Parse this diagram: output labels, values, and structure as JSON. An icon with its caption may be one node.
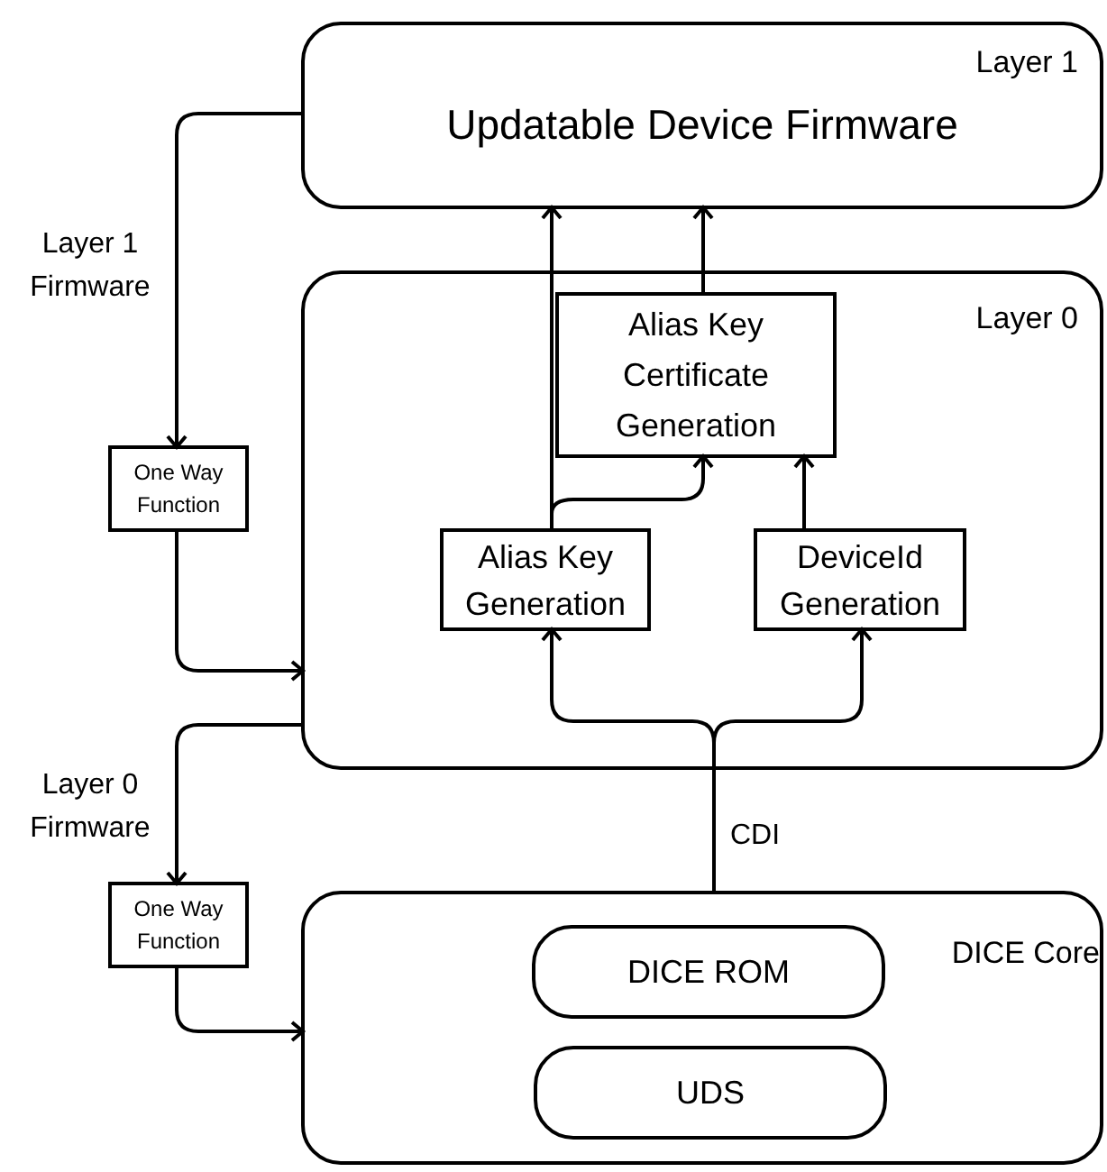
{
  "diagram": {
    "nodes": [
      {
        "text": [
          "Layer 1",
          "Updatable Device Firmware"
        ]
      },
      {
        "text": [
          "Layer 0"
        ]
      },
      {
        "text": [
          "Alias Key Certificate Generation"
        ],
        "in": 1
      },
      {
        "text": [
          "Alias Key Generation"
        ],
        "in": 1
      },
      {
        "text": [
          "DeviceId Generation"
        ],
        "in": 1
      },
      {
        "text": [
          "One Way Function"
        ]
      },
      {
        "text": [
          "One Way Function"
        ]
      },
      {
        "text": [
          "DICE Core"
        ]
      },
      {
        "text": [
          "DICE ROM"
        ],
        "in": 7
      },
      {
        "text": [
          "UDS"
        ],
        "in": 7
      }
    ],
    "edges": [
      {
        "from": 0,
        "to": 5,
        "arrow": "to",
        "label": "Layer 1 Firmware"
      },
      {
        "from": 5,
        "to": 1,
        "arrow": "to"
      },
      {
        "from": 1,
        "to": 6,
        "arrow": "to",
        "label": "Layer 0 Firmware"
      },
      {
        "from": 6,
        "to": 7,
        "arrow": "to"
      },
      {
        "from": 3,
        "to": 0,
        "arrow": "to"
      },
      {
        "from": 3,
        "to": 2,
        "arrow": "to"
      },
      {
        "from": 2,
        "to": 0,
        "arrow": "to"
      },
      {
        "from": 4,
        "to": 2,
        "arrow": "to"
      },
      {
        "from": 7,
        "to": 3,
        "arrow": "to",
        "label": "CDI"
      },
      {
        "from": 7,
        "to": 4,
        "arrow": "to"
      }
    ]
  }
}
